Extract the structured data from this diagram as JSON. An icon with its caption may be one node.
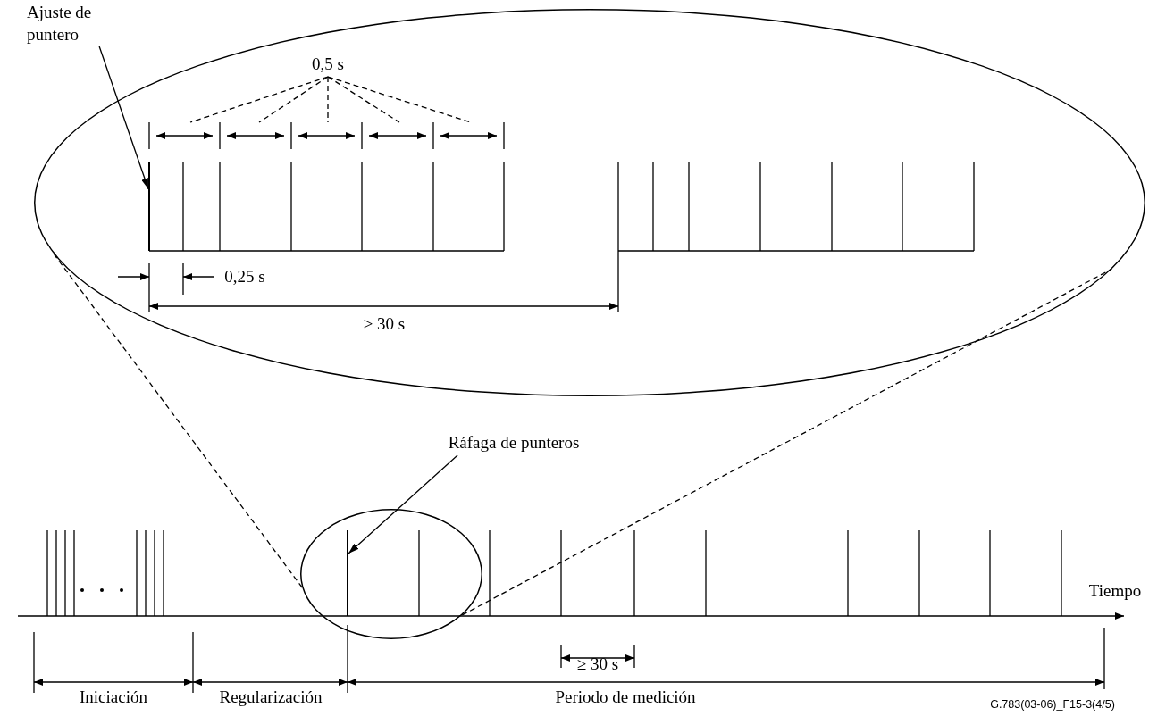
{
  "diagram": {
    "nodes": [
      {
        "text": [],
        "shape": "circle"
      },
      {
        "text": [
          "Ajuste de puntero"
        ]
      },
      {
        "text": [
          "0,5 s"
        ],
        "in": 0
      },
      {
        "text": [],
        "shape": "bar",
        "in": 0
      },
      {
        "text": [
          "Ráfaga de punteros"
        ]
      },
      {
        "text": [],
        "shape": "circle"
      },
      {
        "text": [],
        "shape": "bar",
        "in": 5
      }
    ],
    "edges": [
      {
        "from": 1,
        "to": 3,
        "arrow": "to"
      },
      {
        "from": 4,
        "to": 6,
        "arrow": "to"
      },
      {
        "from": 5,
        "to": 0,
        "arrow": "none",
        "style": "dashed"
      },
      {
        "from": 5,
        "to": 0,
        "arrow": "none",
        "style": "dashed"
      },
      {
        "from": 2,
        "to": null,
        "arrow": "none",
        "style": "dashed"
      },
      {
        "from": 2,
        "to": null,
        "arrow": "none",
        "style": "dashed"
      },
      {
        "from": 2,
        "to": null,
        "arrow": "none",
        "style": "dashed"
      },
      {
        "from": 2,
        "to": null,
        "arrow": "none",
        "style": "dashed"
      },
      {
        "from": 2,
        "to": null,
        "arrow": "none",
        "style": "dashed"
      }
    ],
    "labels": [
      "0,25 s",
      "≥ 30 s",
      "Tiempo",
      "≥ 30 s",
      "Iniciación",
      "Regularización",
      "Periodo de medición",
      "G.783(03-06)_F15-3(4/5)"
    ]
  }
}
